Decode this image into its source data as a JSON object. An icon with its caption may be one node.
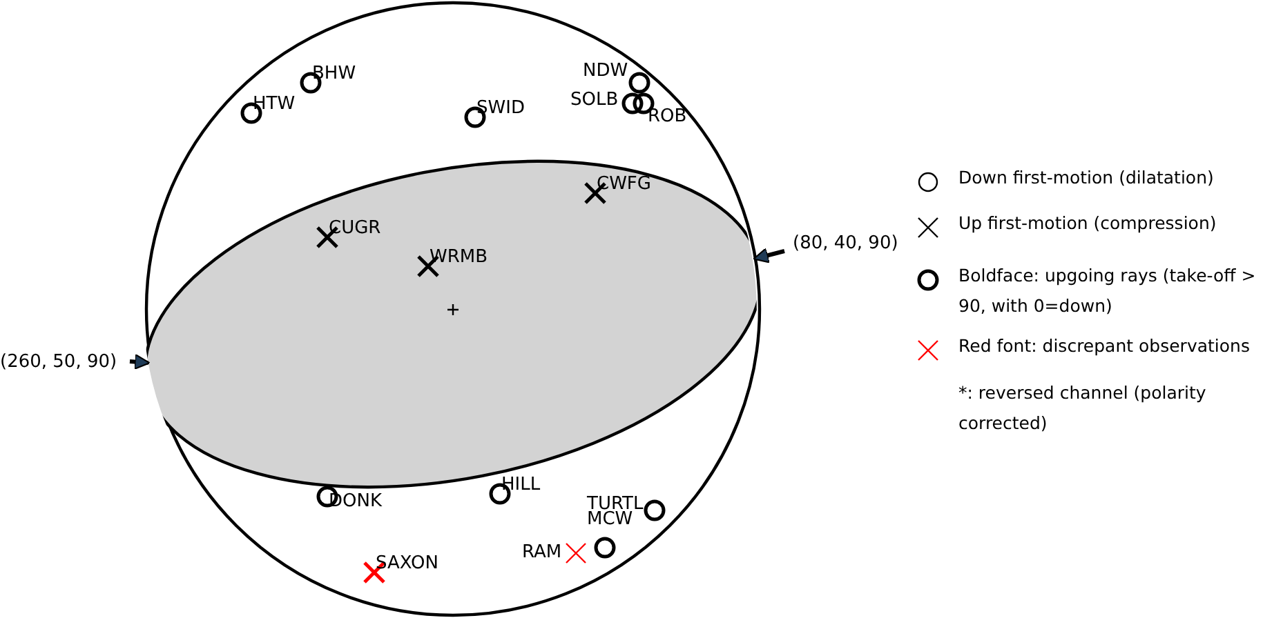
{
  "diagram": {
    "nodes": [
      {
        "text": [],
        "shape": "circle"
      },
      {
        "text": [],
        "shape": "ellipse",
        "in": 0
      },
      {
        "text": [
          "(80, 40, 90)"
        ]
      },
      {
        "text": [
          "(260, 50, 90)"
        ]
      }
    ],
    "edges": [
      {
        "from": 2,
        "to": 1,
        "arrow": "to"
      },
      {
        "from": 3,
        "to": 1,
        "arrow": "to"
      }
    ],
    "labels": [
      "BHW",
      "NDW",
      "HTW",
      "SWID",
      "SOLB",
      "ROB",
      "CWFG",
      "CUGR",
      "WRMB",
      "DONK",
      "HILL",
      "TURTL",
      "RAM",
      "MCW",
      "SAXON"
    ],
    "legend": [
      {
        "text": "Down first-motion (dilatation)"
      },
      {
        "text": "Up first-motion (compression)"
      },
      {
        "text": "Boldface: upgoing rays (take-off > 90, with 0=down)"
      },
      {
        "text": "Red font: discrepant observations"
      },
      {
        "text": "*: reversed channel (polarity corrected)"
      }
    ]
  }
}
